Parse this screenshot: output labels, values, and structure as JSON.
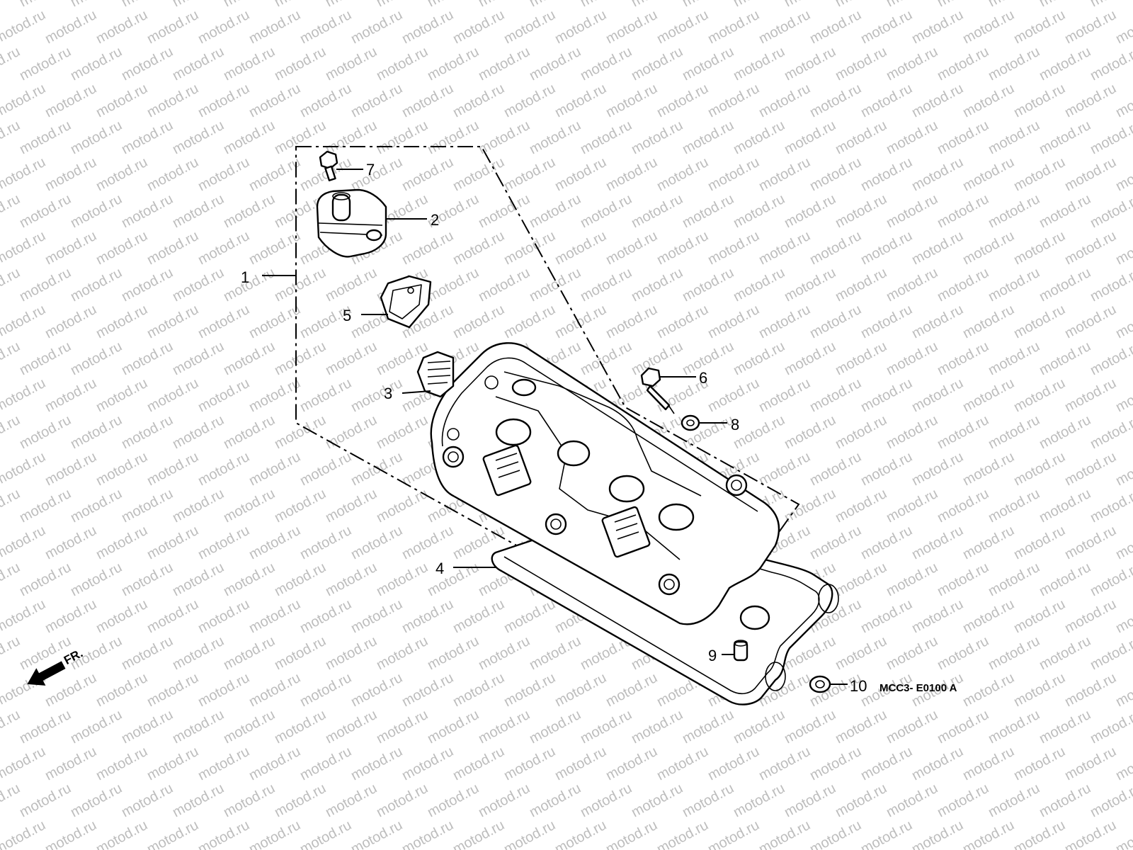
{
  "watermark": {
    "text": "motod.ru",
    "color": "#bdbdbd"
  },
  "diagram_code": "MCC3- E0100 A",
  "direction_label": "FR.",
  "callouts": [
    {
      "id": "1",
      "label": "1"
    },
    {
      "id": "2",
      "label": "2"
    },
    {
      "id": "3",
      "label": "3"
    },
    {
      "id": "4",
      "label": "4"
    },
    {
      "id": "5",
      "label": "5"
    },
    {
      "id": "6",
      "label": "6"
    },
    {
      "id": "7",
      "label": "7"
    },
    {
      "id": "8",
      "label": "8"
    },
    {
      "id": "9",
      "label": "9"
    },
    {
      "id": "10",
      "label": "10"
    }
  ]
}
